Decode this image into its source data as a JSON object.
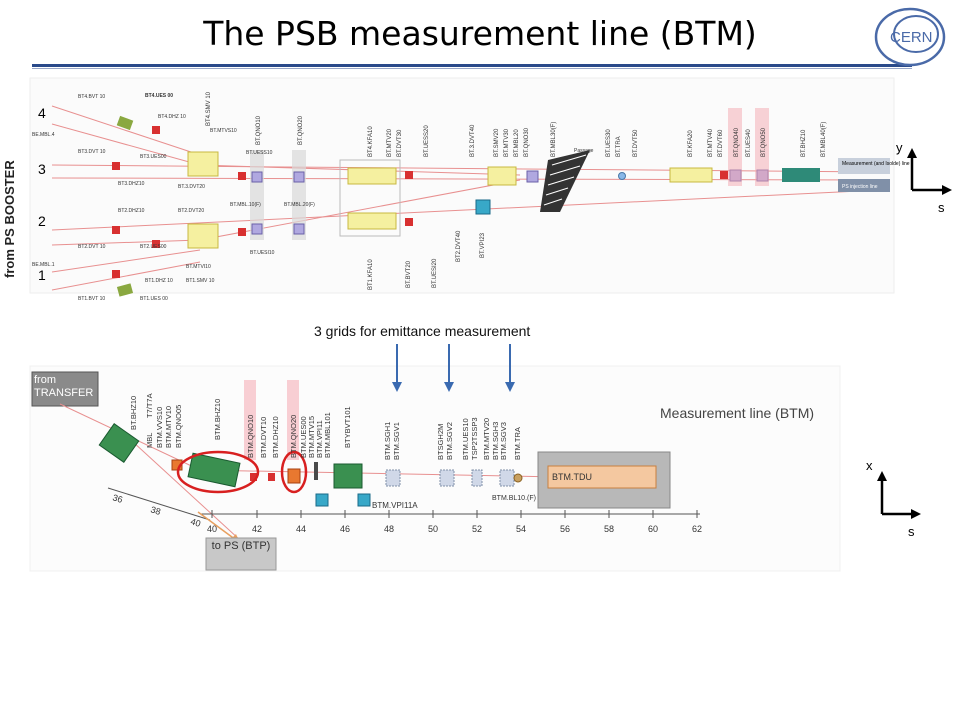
{
  "header": {
    "title": "The PSB measurement line (BTM)",
    "logo_text": "CERN"
  },
  "side_label": "from  PS BOOSTER",
  "grids_caption": "3 grids for emittance measurement",
  "top_diagram": {
    "ring_numbers": [
      "4",
      "3",
      "2",
      "1"
    ],
    "labels": {
      "bt4bvt10": "BT4.BVT 10",
      "bt4ues00": "BT4.UES 00",
      "be4mbl": "BE.MBL.4",
      "bt4dhz10": "BT4.DHZ 10",
      "bt4smv10": "BT4.SMV 10",
      "bt3dvt10": "BT3.DVT 10",
      "bt3ues00": "BT3.UES00",
      "bt3dhz10": "BT3.DHZ10",
      "btmtvs10": "BT.MTVS10",
      "bt3dvt20": "BT.3.DVT20",
      "btqno10": "BT.QNO10",
      "btuess10": "BT.UESS10",
      "btqno20": "BT.QNO20",
      "bt2dhz10": "BT2.DHZ10",
      "bt2dvt20": "BT2.DVT20",
      "btmbl10": "BT.MBL.10(F)",
      "btmbl20": "BT.MBL.20(F)",
      "bt2dvt10": "BT2.DVT 10",
      "bt2ues00": "BT2.UES00",
      "btuesi10": "BT.UESI10",
      "btmtvi10": "BT.MTVI10",
      "be1mbl": "BE.MBL.1",
      "bt1dhz10": "BT1.DHZ 10",
      "bt1smv10": "BT1.SMV 10",
      "bt1bvt10": "BT1.BVT 10",
      "bt1ues00": "BT1.UES 00",
      "bt4kfa10": "BT4.KFA10",
      "btmtv20": "BT.MTV20",
      "btdvt30": "BT.DVT30",
      "btuess20": "BT.UESS20",
      "bt1kfa10": "BT1.KFA10",
      "btbvt20": "BT.BVT20",
      "btuesi20": "BT.UESI20",
      "bt3dvt40": "BT.3.DVT40",
      "btsmv20": "BT.SMV20",
      "btmtv30": "BT.MTV30",
      "btmbl20b": "BT.MBL20",
      "btqno30": "BT.QNO30",
      "btmbl30": "BT.MBL30(F)",
      "bt2dvt40": "BT2.DVT40",
      "btvpi23": "BT.VPI23",
      "passage": "Passage",
      "btues30": "BT.UES30",
      "bttra": "BT.TRA",
      "btdvt50": "BT.DVT50",
      "btkfa20": "BT.KFA20",
      "btmtv40": "BT.MTV40",
      "btdvt60": "BT.DVT60",
      "btqno40": "BT.QNO40",
      "btues40": "BT.UES40",
      "btqno50": "BT.QNO50",
      "btbhz10": "BT.BHZ10",
      "btmbl40": "BT.MBL40(F)",
      "legend1": "Measurement (and Isolde) line",
      "legend2": "PS injection line"
    },
    "axes": {
      "vertical": "y",
      "horizontal": "s"
    }
  },
  "bottom_diagram": {
    "title": "Measurement line (BTM)",
    "from_box": "from TRANSFER",
    "to_box": "to PS (BTP)",
    "scale_ticks": [
      "40",
      "42",
      "44",
      "46",
      "48",
      "50",
      "52",
      "54",
      "56",
      "58",
      "60",
      "62"
    ],
    "diag_ticks": [
      "36",
      "38",
      "40"
    ],
    "labels": {
      "btbhz10": "BT.BHZ10",
      "mbl": "MBL",
      "t7t7a": "T7/T7A",
      "btmvvs10": "BTM.VVS10",
      "btmmtv10": "BTM.MTV10",
      "btmqno05": "BTM.QNO05",
      "btmbhz10": "BTM.BHZ10",
      "btmqno10": "BTM.QNO10",
      "btmdvt10": "BTM.DVT10",
      "btmdhz10": "BTM.DHZ10",
      "btmqno20": "BTM.QNO20",
      "btmues00": "BTM.UES00",
      "btmmtv15": "BTM.MTV15",
      "btmvpi11": "BTM.VPI11",
      "btmmbl101": "BTM.MBL101",
      "btybvt101": "BTYBVT101",
      "btmsgh1": "BTM.SGH1",
      "btmsgv1": "BTM.SGV1",
      "btsgh2m": "BTSGH2M",
      "btmsgv2": "BTM.SGV2",
      "btmues10": "BTM.UES10",
      "tsp2tssp3": "TSP2TSSP3",
      "btmmtv20": "BTM.MTV20",
      "btmsgh3": "BTM.SGH3",
      "btmsgv3": "BTM.SGV3",
      "btmtra": "BTM.TRA",
      "btmtdu": "BTM.TDU",
      "btmvpi11a": "BTM.VPI11A",
      "btmbl10": "BTM.BL10.(F)"
    },
    "axes": {
      "vertical": "x",
      "horizontal": "s"
    }
  }
}
